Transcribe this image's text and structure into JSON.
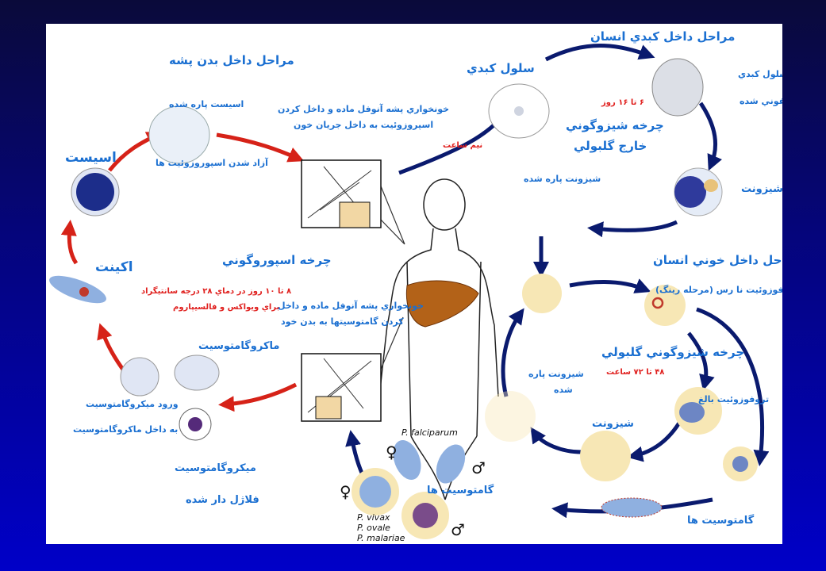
{
  "colors": {
    "background_top": "#0a0a3a",
    "background_bottom": "#0000c8",
    "label_blue": "#1a6fd1",
    "label_red": "#e0201e",
    "arrow_navy": "#0a1a6e",
    "arrow_red": "#d62218"
  },
  "labels": {
    "mosquito_stages": "مراحل داخل بدن پشه",
    "sporozoite_release": "اسپوروزوئيت ها",
    "ruptured_oocyst": "اسيست پاره شده",
    "release_sporozoites": "آزاد شدن اسپوروزوئيت ها",
    "oocyst": "اسيست",
    "mosquito_bite1_l1": "خونخواري پشه آنوفل ماده و داخل كردن",
    "mosquito_bite1_l2": "اسپروزوئيت به داخل جريان خون",
    "half_hour": "نيم ساعت",
    "liver_cell": "سلول كبدي",
    "liver_stages": "مراحل داخل كبدي انسان",
    "infected_liver_cell_l1": "سلول كبدي",
    "infected_liver_cell_l2": "عفوني شده",
    "days_6_16": "۶ تا ۱۶ روز",
    "exo_cycle_l1": "چرخه شيزوگوني",
    "exo_cycle_l2": "خارج گلبولي",
    "schizont1": "شيزونت",
    "ruptured_schizont1": "شيزونت پاره شده",
    "blood_stages": "مراحل داخل خوني انسان",
    "ring_stage": "تروفوزوئيت نا رس (مرحله رينگ)",
    "erythro_cycle": "چرخه شيزوگوني گلبولي",
    "hours_48_72": "۴۸ تا ۷۲ ساعت",
    "mature_trophozoite": "تروفوزوئيت بالغ",
    "schizont2": "شيزونت",
    "ruptured_schizont2_l1": "شيزونت پاره",
    "ruptured_schizont2_l2": "شده",
    "gametocytes1": "گامتوسيت ها",
    "gametocytes2": "گامتوسيت ها",
    "p_falciparum": "P. falciparum",
    "p_vivax": "P. vivax",
    "p_ovale": "P. ovale",
    "p_malariae": "P. malariae",
    "female_symbol": "♀",
    "male_symbol": "♂",
    "sporogony_cycle": "چرخه اسپوروگوني",
    "days_8_10_l1": "۸ تا ۱۰ روز در دماي ۲۸ درجه سانتيگراد",
    "days_8_10_l2": "براي ويواكس و فالسيپاروم",
    "ookinete": "اكينت",
    "macrogametocyte": "ماكروگامتوسيت",
    "mosquito_bite2_l1": "خونخواري پشه آنوفل ماده و داخل",
    "mosquito_bite2_l2": "كردن گامتوسيتها به  بدن خود",
    "micro_entry_l1": "ورود ميكروگامتوسيت",
    "micro_entry_l2": "به داخل ماكروگامتوسيت",
    "microgametocyte": "ميكروگامتوسيت",
    "flagellated": "فلاژل دار شده"
  }
}
